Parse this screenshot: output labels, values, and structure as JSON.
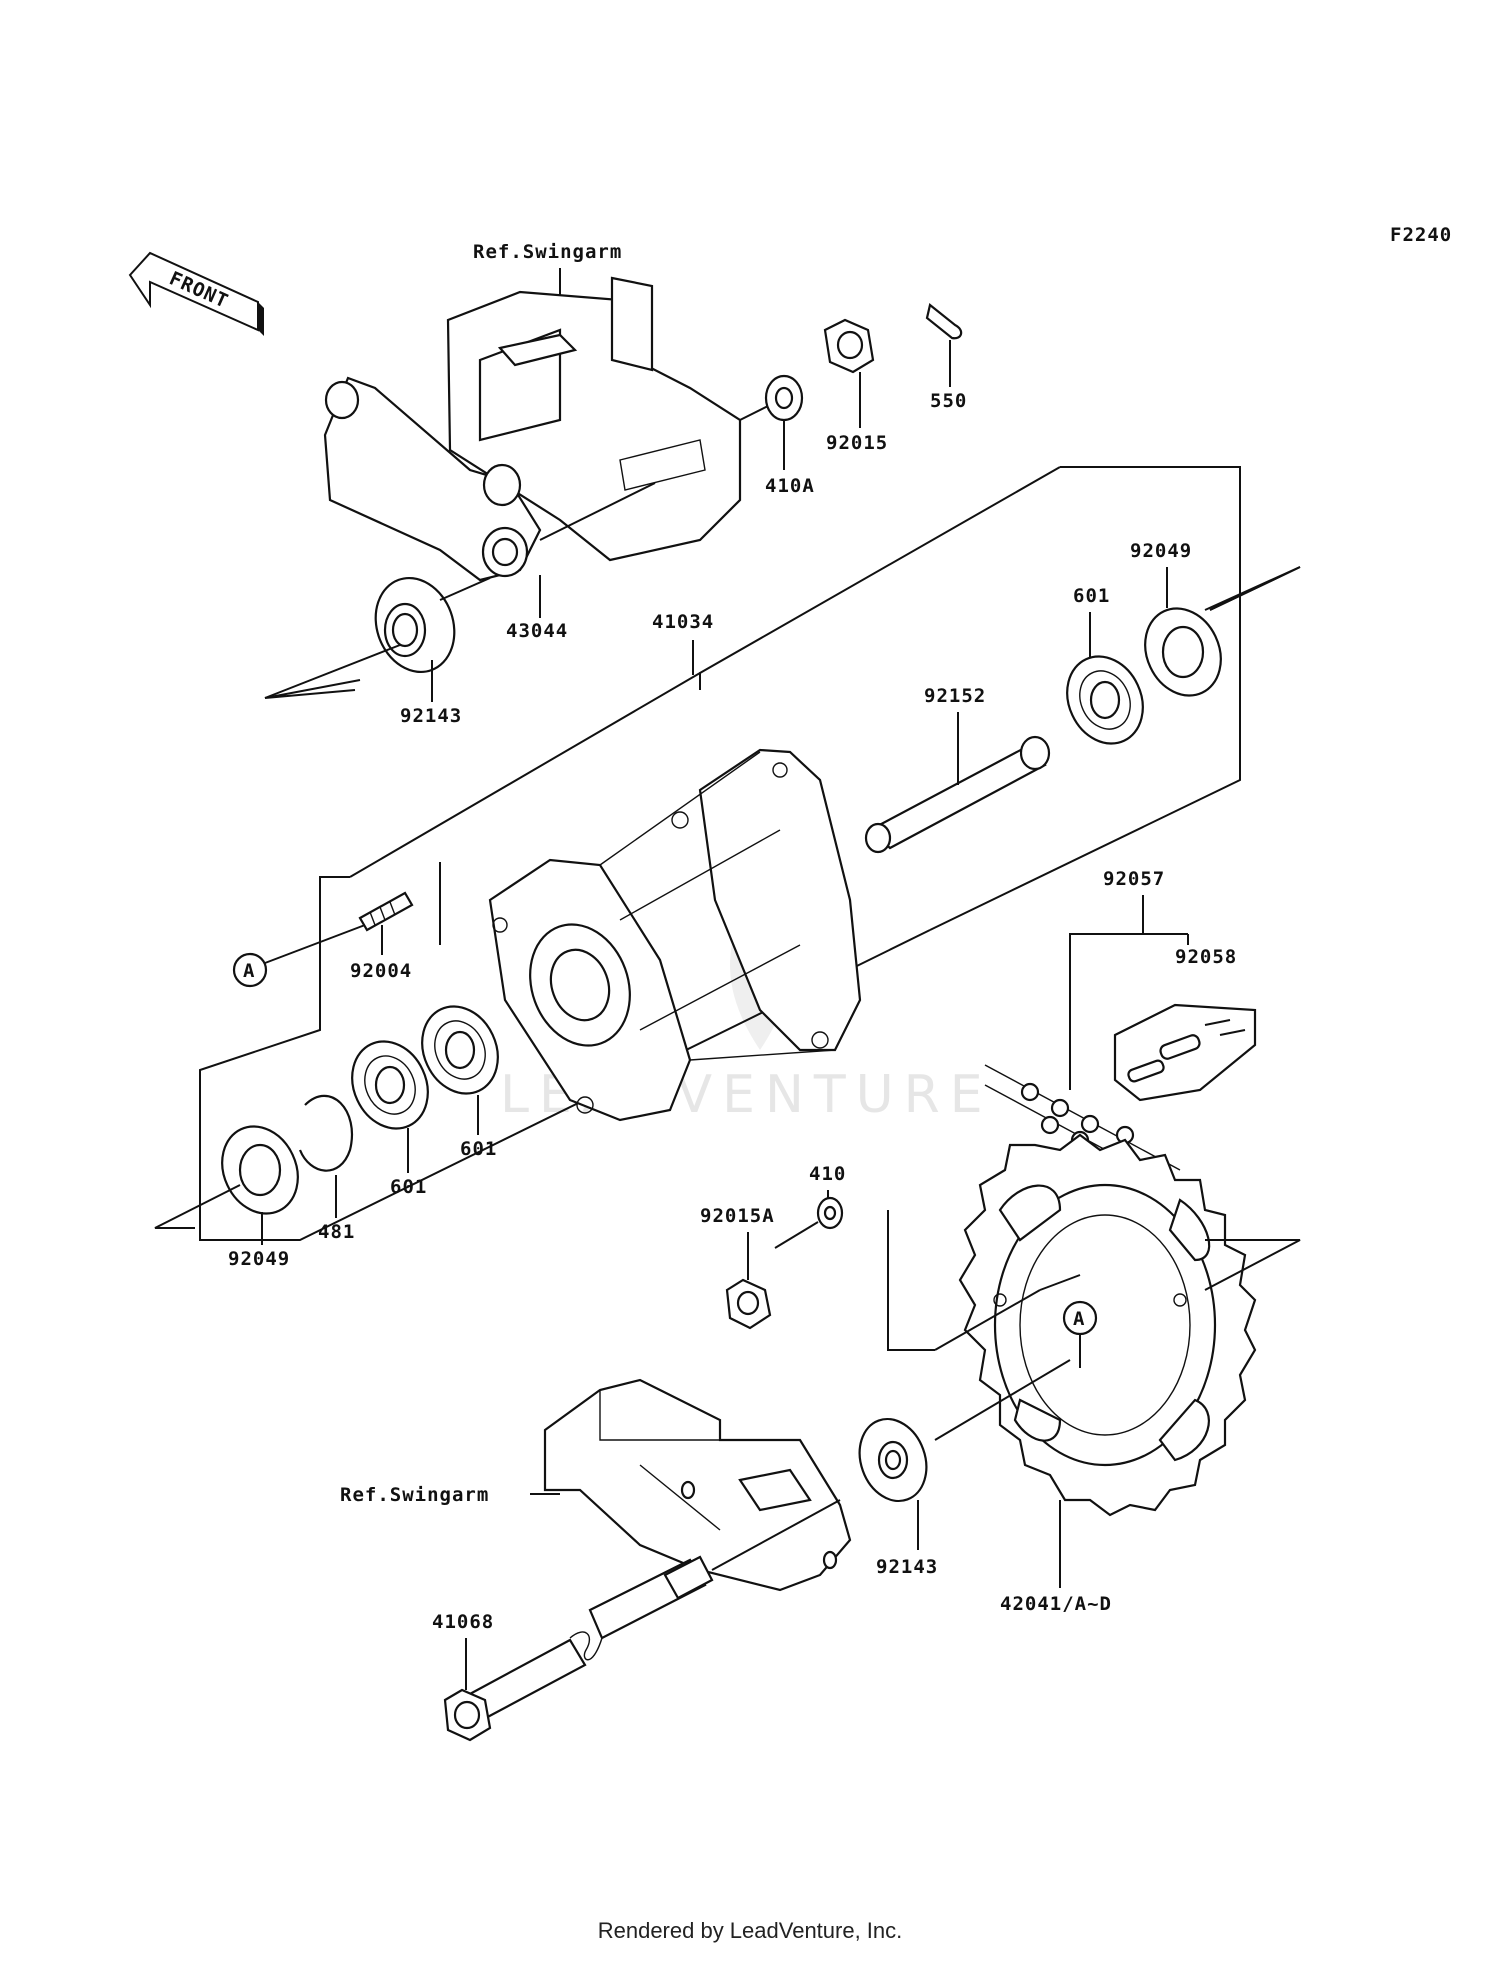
{
  "diagram": {
    "figure_code": "F2240",
    "front_label": "FRONT",
    "watermark": "LEADVENTURE",
    "ref_swingarm_top": "Ref.Swingarm",
    "ref_swingarm_bottom": "Ref.Swingarm",
    "callout_letter": "A",
    "parts": {
      "p550": "550",
      "p92015": "92015",
      "p410A": "410A",
      "p43044": "43044",
      "p92143_top": "92143",
      "p41034": "41034",
      "p601_right": "601",
      "p92049_right": "92049",
      "p92152": "92152",
      "p92057": "92057",
      "p92058": "92058",
      "p92004": "92004",
      "p601_mid": "601",
      "p601_left": "601",
      "p481": "481",
      "p92049_left": "92049",
      "p410": "410",
      "p92015A": "92015A",
      "p92143_bottom": "92143",
      "p42041": "42041/A~D",
      "p41068": "41068"
    }
  },
  "footer": {
    "text": "Rendered by LeadVenture, Inc."
  }
}
